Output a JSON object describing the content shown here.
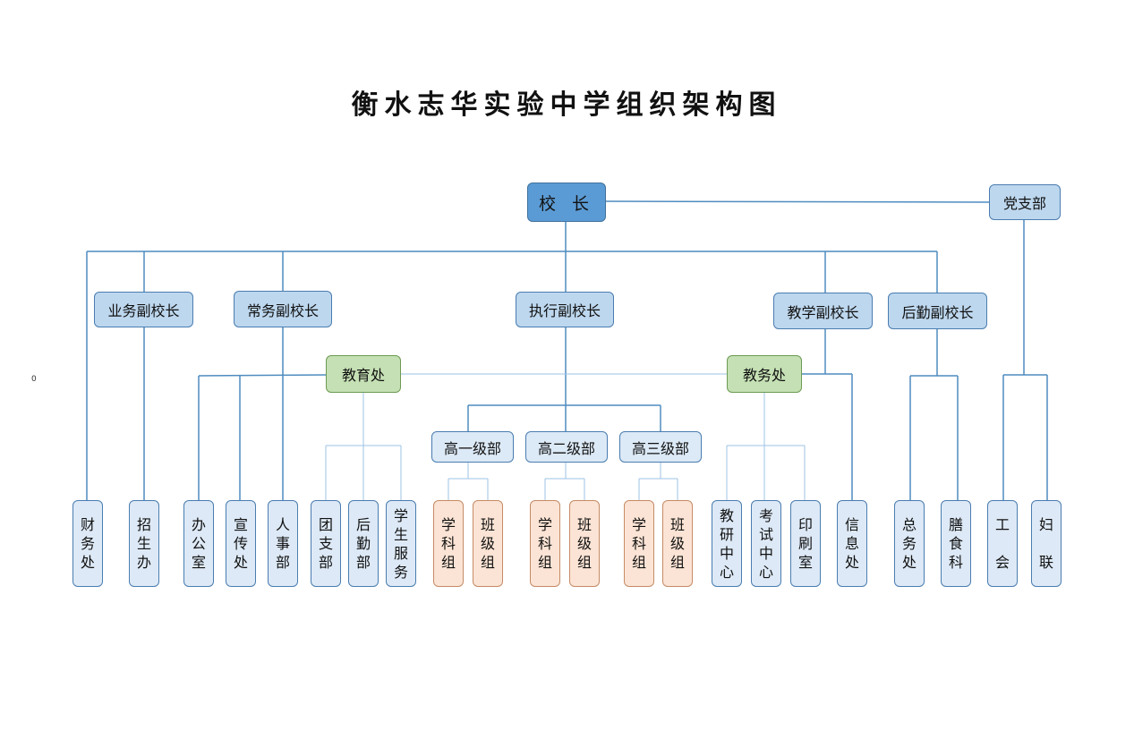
{
  "title": "衡水志华实验中学组织架构图",
  "corner_note": "0",
  "nodes": {
    "principal": "校 长",
    "party_branch": "党支部",
    "vp_business": "业务副校长",
    "vp_standing": "常务副校长",
    "vp_executive": "执行副校长",
    "vp_teaching": "教学副校长",
    "vp_logistics": "后勤副校长",
    "education_office": "教育处",
    "academic_affairs_office": "教务处",
    "grade_1": "高一级部",
    "grade_2": "高二级部",
    "grade_3": "高三级部"
  },
  "leaves": {
    "finance": "财\n务\n处",
    "admissions": "招\n生\n办",
    "general_office": "办\n公\n室",
    "publicity": "宣\n传\n处",
    "personnel": "人\n事\n部",
    "youth_league": "团\n支\n部",
    "logistics_dept": "后\n勤\n部",
    "student_services": "学\n生\n服\n务",
    "g1_subject": "学\n科\n组",
    "g1_class": "班\n级\n组",
    "g2_subject": "学\n科\n组",
    "g2_class": "班\n级\n组",
    "g3_subject": "学\n科\n组",
    "g3_class": "班\n级\n组",
    "teaching_research": "教\n研\n中\n心",
    "exam_center": "考\n试\n中\n心",
    "printing": "印\n刷\n室",
    "information": "信\n息\n处",
    "general_affairs": "总\n务\n处",
    "canteen": "膳\n食\n科",
    "labor_union": "工\n\n会",
    "womens_federation": "妇\n\n联"
  },
  "colors": {
    "principal": "#5b9bd5",
    "vice_principal": "#bdd7ee",
    "office_green": "#c5e0b4",
    "leaf_blue": "#dde9f6",
    "leaf_orange": "#fbe4d5",
    "connector": "#4f8cbf",
    "connector_light": "#9dc3e6"
  }
}
